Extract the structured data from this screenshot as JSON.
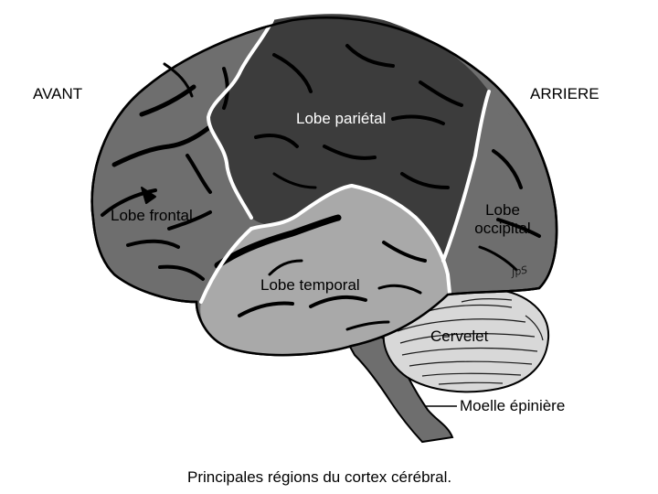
{
  "labels": {
    "front": "AVANT",
    "back": "ARRIERE",
    "frontal": "Lobe frontal",
    "parietal": "Lobe pariétal",
    "temporal": "Lobe temporal",
    "occipital_line1": "Lobe",
    "occipital_line2": "occipital",
    "cerebellum": "Cervelet",
    "spinal_cord": "Moelle épinière"
  },
  "signature": "JpS",
  "caption": "Principales régions du cortex cérébral.",
  "colors": {
    "frontal_fill": "#6e6e6e",
    "parietal_fill": "#3c3c3c",
    "temporal_fill": "#a9a9a9",
    "occipital_fill": "#6e6e6e",
    "cerebellum_fill": "#d8d8d8",
    "brainstem_fill": "#6e6e6e",
    "sulcus": "#000000",
    "border": "#ffffff"
  }
}
